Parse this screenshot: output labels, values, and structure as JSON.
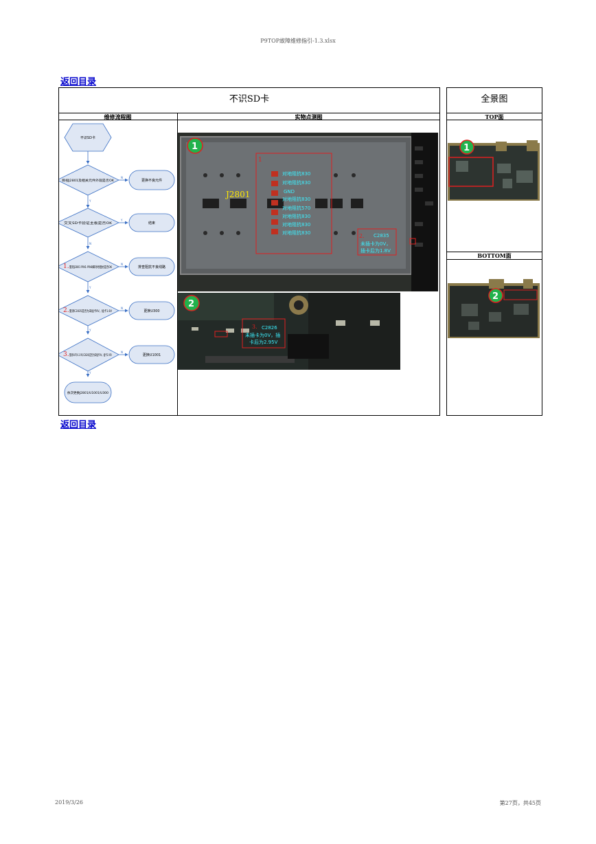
{
  "header": {
    "file_title": "P9TOP故障维修指引-1.3.xlsx"
  },
  "nav": {
    "back_top": "返回目录",
    "back_bottom": "返回目录"
  },
  "main": {
    "title": "不识SD卡",
    "col_flow": "维修流程图",
    "col_photo": "实物点测图"
  },
  "overview": {
    "title": "全景图",
    "top_label": "TOP面",
    "bottom_label": "BOTTOM面"
  },
  "flow": {
    "start": "不识SD卡",
    "d1": "目视J2801及相关元件外观是否OK",
    "a1": "更换不良元件",
    "d2": "交叉SD卡验证主板是否OK",
    "a2": "结束",
    "d3_num": "1.",
    "d3": "量测J2801 PIN1-PIN8脚对地阻抗是否OK",
    "a3": "排查阻抗不良线路",
    "d4_num": "2.",
    "d4": "量测C2835是否为未插卡0V，插卡1.8V",
    "a4": "更换U300",
    "d5_num": "3.",
    "d5": "量测OUT(6.3.95(C2826)是否为未插卡0V，插卡2.95V",
    "a5": "更换U1001",
    "end": "依次更换J2801/U1001/U300",
    "yes": "Y",
    "no": "N"
  },
  "photo1": {
    "badge": "1",
    "chip_label": "J2801",
    "box_num": "1",
    "pins": [
      "对地阻抗830",
      "对地阻抗830",
      "GND",
      "对地阻抗830",
      "对地阻抗570",
      "对地阻抗830",
      "对地阻抗830",
      "对地阻抗830"
    ],
    "cap_num": "2.",
    "cap_name": "C2835",
    "cap_line1": "未插卡为0V，",
    "cap_line2": "插卡后为1.8V"
  },
  "photo2": {
    "badge": "2",
    "box_num": "3.",
    "cap_name": "C2826",
    "cap_line1": "未插卡为0V，插",
    "cap_line2": "卡后为2.95V"
  },
  "overview_badges": {
    "top": "1",
    "bottom": "2"
  },
  "footer": {
    "date": "2019/3/26",
    "page": "第27页，共45页"
  }
}
